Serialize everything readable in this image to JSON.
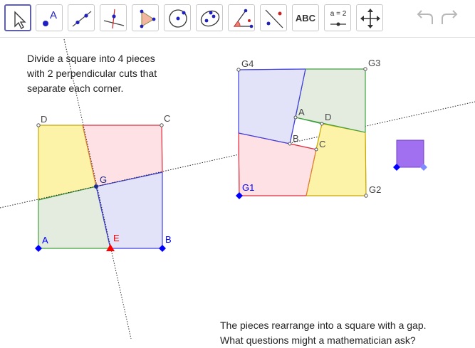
{
  "toolbar": {
    "tools": [
      {
        "name": "move-tool"
      },
      {
        "name": "point-tool",
        "label": "A"
      },
      {
        "name": "line-tool"
      },
      {
        "name": "perpendicular-line-tool"
      },
      {
        "name": "polygon-tool"
      },
      {
        "name": "circle-tool"
      },
      {
        "name": "ellipse-tool"
      },
      {
        "name": "angle-tool"
      },
      {
        "name": "reflect-tool"
      },
      {
        "name": "text-tool",
        "label": "ABC"
      },
      {
        "name": "slider-tool",
        "label": "a = 2"
      },
      {
        "name": "move-graphics-view-tool"
      }
    ],
    "undo": "undo-icon",
    "redo": "redo-icon"
  },
  "text_top": {
    "lines": [
      "Divide a square into 4 pieces",
      "with 2 perpendicular cuts that",
      "separate each corner."
    ]
  },
  "text_bottom": {
    "lines": [
      "The pieces rearrange into a square with a gap.",
      "What questions might a mathematician ask?"
    ]
  },
  "left_square": {
    "labels": {
      "D": "D",
      "C": "C",
      "G": "G",
      "A": "A",
      "E": "E",
      "B": "B"
    }
  },
  "right_square": {
    "labels": {
      "G4": "G4",
      "G3": "G3",
      "G1": "G1",
      "G2": "G2",
      "A": "A",
      "B": "B",
      "C": "C",
      "D": "D"
    }
  },
  "colors": {
    "yellow": "#fdf3a8",
    "pink": "#fde1e4",
    "lavender": "#e2e2f8",
    "green": "#e3ecdf",
    "blue_point": "#0000ff",
    "red_point": "#ff0000",
    "purple_square": "#a070f0"
  }
}
